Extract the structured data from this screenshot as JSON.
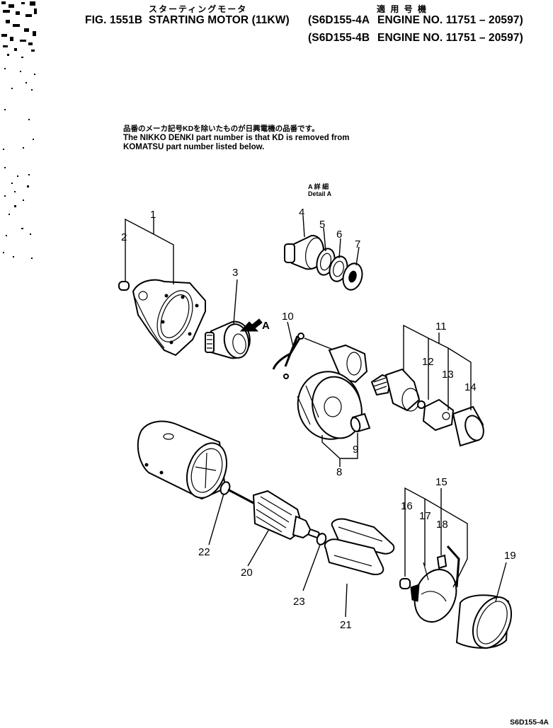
{
  "header": {
    "japanese_title": "スターティングモータ",
    "figure_label": "FIG. 1551B",
    "title": "STARTING MOTOR (11KW)",
    "applicable_label_jp": "適 用 号 機",
    "models": [
      {
        "model": "(S6D155-4A",
        "engine_range": "ENGINE NO. 11751 – 20597)"
      },
      {
        "model": "(S6D155-4B",
        "engine_range": "ENGINE NO. 11751 – 20597)"
      }
    ]
  },
  "note": {
    "japanese": "品番のメーカ記号KDを除いたものが日興電機の品番です。",
    "line1": "The NIKKO DENKI part number is that KD is removed from",
    "line2": "KOMATSU part number listed below."
  },
  "detail_a": {
    "label_jp": "A 詳 細",
    "label_en": "Detail A",
    "arrow_label": "A"
  },
  "callouts": {
    "c1": "1",
    "c2": "2",
    "c3": "3",
    "c4": "4",
    "c5": "5",
    "c6": "6",
    "c7": "7",
    "c8": "8",
    "c9": "9",
    "c10": "10",
    "c11": "11",
    "c12": "12",
    "c13": "13",
    "c14": "14",
    "c15": "15",
    "c16": "16",
    "c17": "17",
    "c18": "18",
    "c19": "19",
    "c20": "20",
    "c21": "21",
    "c22": "22",
    "c23": "23"
  },
  "footer": {
    "model_code": "S6D155-4A"
  }
}
